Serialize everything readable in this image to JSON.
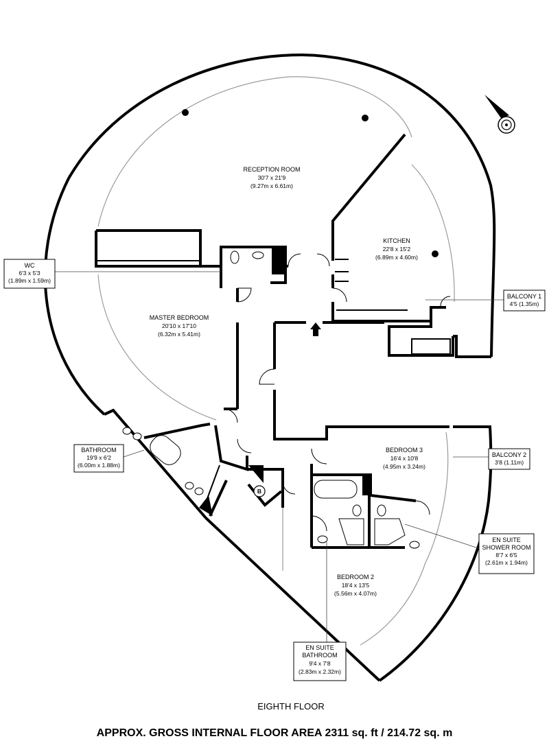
{
  "rooms": {
    "reception": {
      "name": "RECEPTION ROOM",
      "imperial": "30'7 x 21'9",
      "metric": "(9.27m x 6.61m)"
    },
    "kitchen": {
      "name": "KITCHEN",
      "imperial": "22'8 x 15'2",
      "metric": "(6.89m x 4.60m)"
    },
    "master_bedroom": {
      "name": "MASTER BEDROOM",
      "imperial": "20'10 x 17'10",
      "metric": "(6.32m x 5.41m)"
    },
    "bedroom3": {
      "name": "BEDROOM 3",
      "imperial": "16'4 x 10'8",
      "metric": "(4.95m x 3.24m)"
    },
    "bedroom2": {
      "name": "BEDROOM 2",
      "imperial": "18'4 x 13'5",
      "metric": "(5.56m x 4.07m)"
    }
  },
  "callouts": {
    "wc": {
      "name": "WC",
      "imperial": "6'3 x 5'3",
      "metric": "(1.89m x 1.59m)"
    },
    "balcony1": {
      "name": "BALCONY  1",
      "dim": "4'5 (1.35m)"
    },
    "bathroom": {
      "name": "BATHROOM",
      "imperial": "19'9 x 6'2",
      "metric": "(6.00m x 1.88m)"
    },
    "balcony2": {
      "name": "BALCONY  2",
      "dim": "3'8 (1.11m)"
    },
    "ensuite_shower": {
      "name1": "EN SUITE",
      "name2": "SHOWER ROOM",
      "imperial": "8'7 x 6'5",
      "metric": "(2.61m x 1.94m)"
    },
    "ensuite_bath": {
      "name1": "EN SUITE",
      "name2": "BATHROOM",
      "imperial": "9'4 x 7'8",
      "metric": "(2.83m x 2.32m)"
    }
  },
  "boiler_label": "B",
  "floor_name": "EIGHTH FLOOR",
  "floor_area": "APPROX. GROSS INTERNAL FLOOR AREA 2311 sq. ft / 214.72 sq. m",
  "compass": {
    "icon": "compass-icon"
  }
}
